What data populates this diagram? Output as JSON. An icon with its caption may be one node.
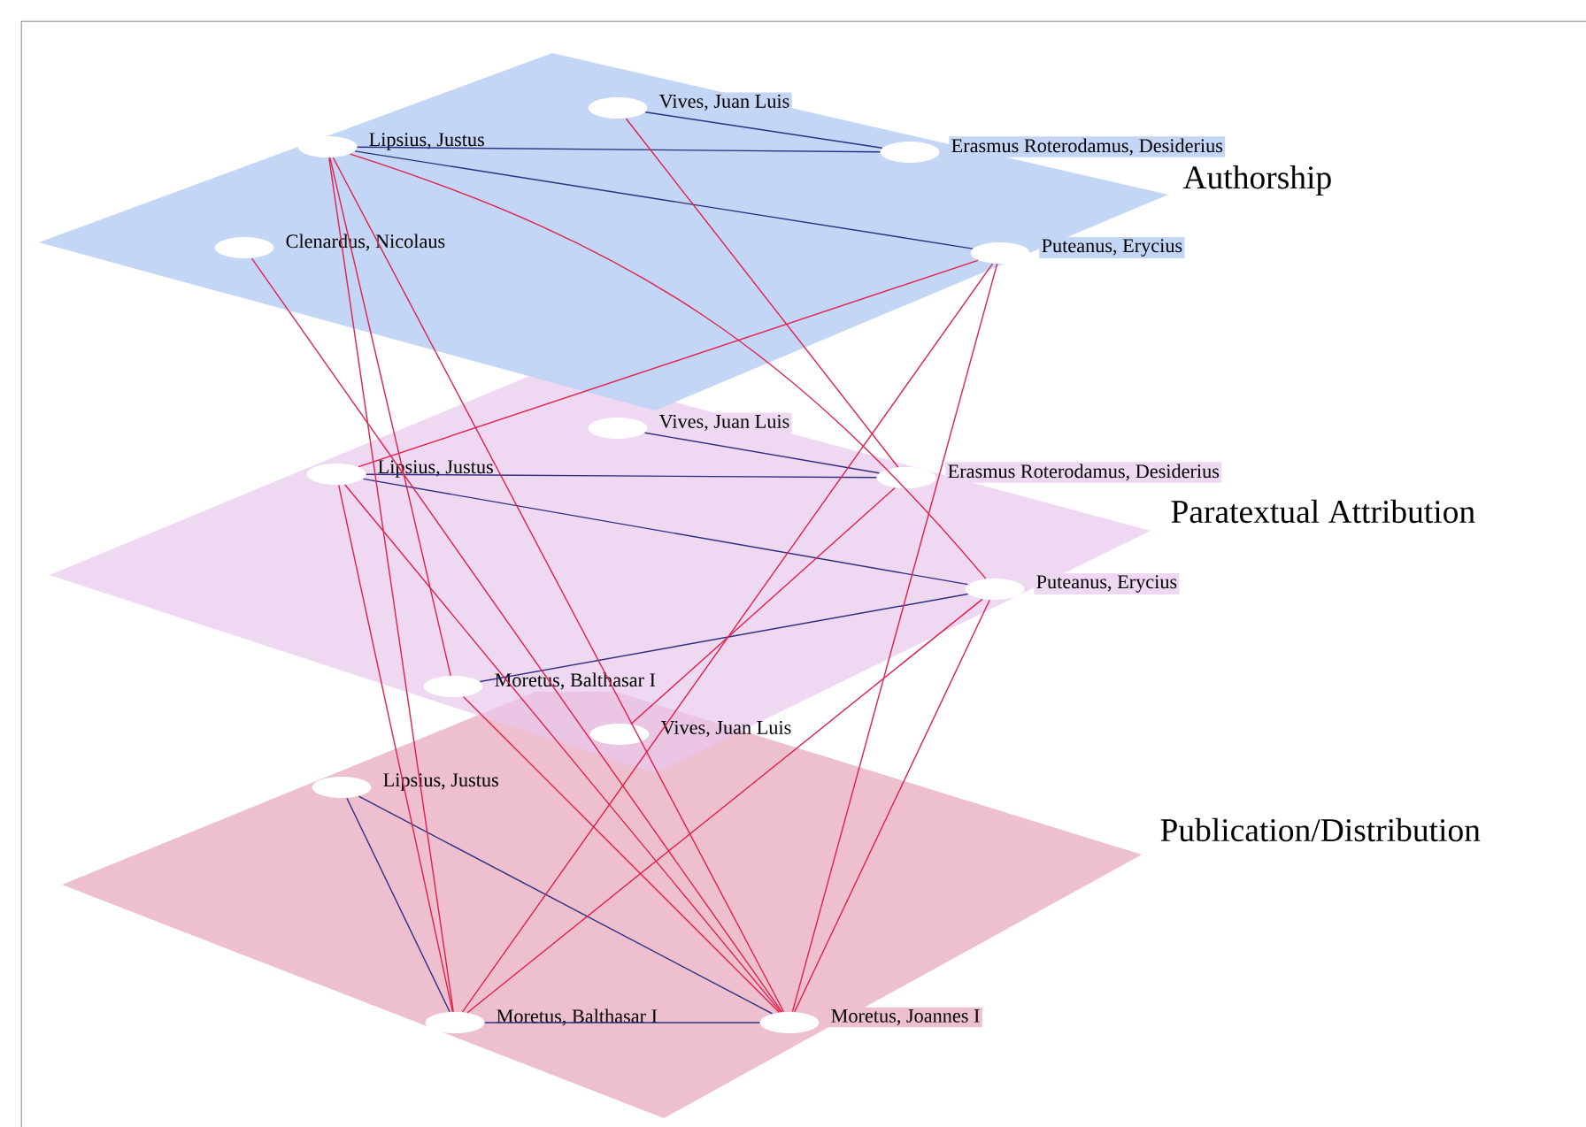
{
  "diagram": {
    "nodes": [
      {
        "text": [
          "Authorship"
        ]
      },
      {
        "text": [
          "Vives, Juan Luis"
        ],
        "in": 0
      },
      {
        "text": [
          "Lipsius, Justus"
        ],
        "in": 0
      },
      {
        "text": [
          "Erasmus Roterodamus, Desiderius"
        ],
        "in": 0
      },
      {
        "text": [
          "Clenardus, Nicolaus"
        ],
        "in": 0
      },
      {
        "text": [
          "Puteanus, Erycius"
        ],
        "in": 0
      },
      {
        "text": [
          "Paratextual Attribution"
        ]
      },
      {
        "text": [
          "Vives, Juan Luis"
        ],
        "in": 6
      },
      {
        "text": [
          "Lipsius, Justus"
        ],
        "in": 6
      },
      {
        "text": [
          "Erasmus Roterodamus, Desiderius"
        ],
        "in": 6
      },
      {
        "text": [
          "Puteanus, Erycius"
        ],
        "in": 6
      },
      {
        "text": [
          "Moretus, Balthasar I"
        ],
        "in": 6
      },
      {
        "text": [
          "Publication/Distribution"
        ]
      },
      {
        "text": [
          "Vives, Juan Luis"
        ]
      },
      {
        "text": [
          "Lipsius, Justus"
        ],
        "in": 12
      },
      {
        "text": [
          "Moretus, Balthasar I"
        ],
        "in": 12
      },
      {
        "text": [
          "Moretus, Joannes I"
        ],
        "in": 12
      }
    ],
    "edges": [
      {
        "from": 1,
        "to": 3,
        "arrow": "none",
        "color": "#2e2f80"
      },
      {
        "from": 2,
        "to": 3,
        "arrow": "none",
        "color": "#2e2f80"
      },
      {
        "from": 2,
        "to": 5,
        "arrow": "none",
        "color": "#2e2f80"
      },
      {
        "from": 7,
        "to": 9,
        "arrow": "none",
        "color": "#2e2f80"
      },
      {
        "from": 8,
        "to": 9,
        "arrow": "none",
        "color": "#2e2f80"
      },
      {
        "from": 8,
        "to": 10,
        "arrow": "none",
        "color": "#2e2f80"
      },
      {
        "from": 11,
        "to": 10,
        "arrow": "none",
        "color": "#2e2f80"
      },
      {
        "from": 14,
        "to": 15,
        "arrow": "none",
        "color": "#2e2f80"
      },
      {
        "from": 14,
        "to": 16,
        "arrow": "none",
        "color": "#2e2f80"
      },
      {
        "from": 15,
        "to": 16,
        "arrow": "none",
        "color": "#2e2f80"
      },
      {
        "from": 2,
        "to": 11,
        "arrow": "none"
      },
      {
        "from": 2,
        "to": 15,
        "arrow": "none"
      },
      {
        "from": 2,
        "to": 16,
        "arrow": "none"
      },
      {
        "from": 2,
        "to": 10,
        "arrow": "none"
      },
      {
        "from": 4,
        "to": 16,
        "arrow": "none"
      },
      {
        "from": 1,
        "to": 9,
        "arrow": "none"
      },
      {
        "from": 5,
        "to": 8,
        "arrow": "none"
      },
      {
        "from": 5,
        "to": 15,
        "arrow": "none"
      },
      {
        "from": 5,
        "to": 16,
        "arrow": "none"
      },
      {
        "from": 8,
        "to": 15,
        "arrow": "none"
      },
      {
        "from": 8,
        "to": 16,
        "arrow": "none"
      },
      {
        "from": 9,
        "to": 13,
        "arrow": "none"
      },
      {
        "from": 11,
        "to": 16,
        "arrow": "none"
      },
      {
        "from": 10,
        "to": 15,
        "arrow": "none"
      },
      {
        "from": 10,
        "to": 16,
        "arrow": "none"
      }
    ]
  }
}
